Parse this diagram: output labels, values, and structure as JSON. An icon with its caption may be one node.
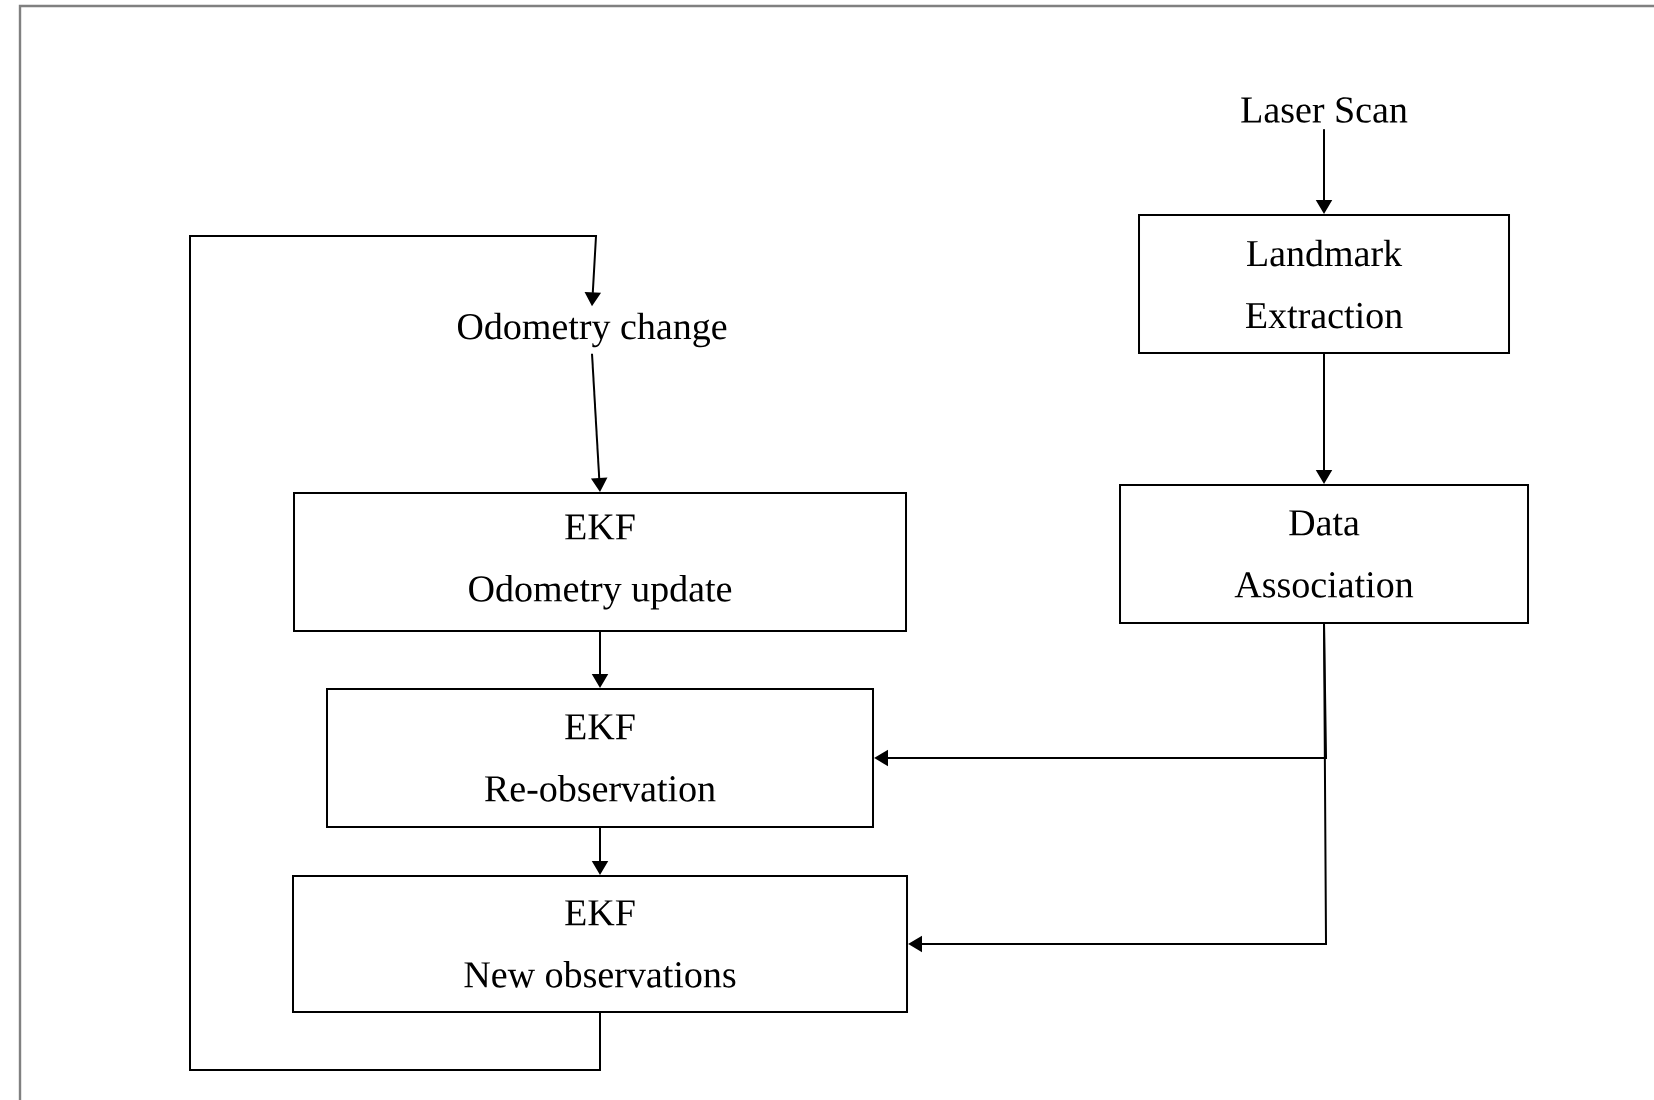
{
  "diagram": {
    "nodes": [
      {
        "text": [
          "Laser Scan"
        ]
      },
      {
        "text": [
          "Landmark Extraction"
        ]
      },
      {
        "text": [
          "Data Association"
        ]
      },
      {
        "text": [
          "Odometry change"
        ]
      },
      {
        "text": [
          "EKF",
          "Odometry update"
        ]
      },
      {
        "text": [
          "EKF",
          "Re-observation"
        ]
      },
      {
        "text": [
          "EKF",
          "New observations"
        ]
      }
    ],
    "edges": [
      {
        "from": 0,
        "to": 1,
        "arrow": "to"
      },
      {
        "from": 1,
        "to": 2,
        "arrow": "to"
      },
      {
        "from": 3,
        "to": 4,
        "arrow": "to"
      },
      {
        "from": 4,
        "to": 5,
        "arrow": "to"
      },
      {
        "from": 5,
        "to": 6,
        "arrow": "to"
      },
      {
        "from": 2,
        "to": 5,
        "arrow": "to"
      },
      {
        "from": 2,
        "to": 6,
        "arrow": "to"
      },
      {
        "from": 6,
        "to": 3,
        "arrow": "to"
      }
    ]
  }
}
